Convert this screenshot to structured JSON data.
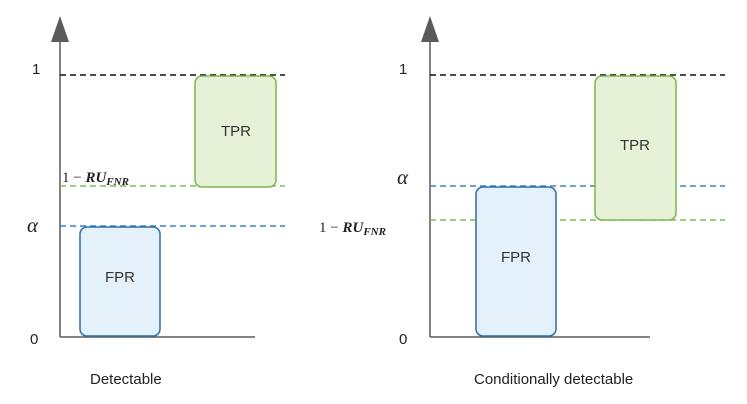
{
  "panels": [
    {
      "caption": "Detectable",
      "y_tick_top": "1",
      "y_tick_bottom": "0",
      "alpha_label": "α",
      "rufnr_label_prefix": "1 − ",
      "rufnr_label_main": "RU",
      "rufnr_label_sub": "FNR",
      "fpr_label": "FPR",
      "tpr_label": "TPR"
    },
    {
      "caption": "Conditionally detectable",
      "y_tick_top": "1",
      "y_tick_bottom": "0",
      "alpha_label": "α",
      "rufnr_label_prefix": "1 − ",
      "rufnr_label_main": "RU",
      "rufnr_label_sub": "FNR",
      "fpr_label": "FPR",
      "tpr_label": "TPR"
    }
  ],
  "colors": {
    "axis": "#5a5a5a",
    "one_line": "#111111",
    "alpha_line": "#3b84c4",
    "rufnr_line": "#7dbd4c",
    "fpr_fill": "#e4f1fb",
    "fpr_stroke": "#2b6fa8",
    "tpr_fill": "#e6f1d8",
    "tpr_stroke": "#7cb84c"
  }
}
